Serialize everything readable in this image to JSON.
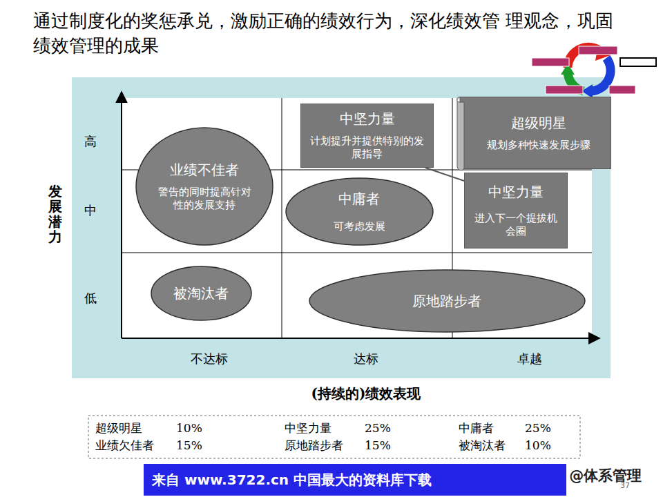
{
  "diagram": {
    "title": "通过制度化的奖惩承兑，激励正确的绩效行为，深化绩效管 理观念，巩固绩效管理的成果",
    "nodes": [
      {
        "text": [
          "业绩不佳者",
          "警告的同时提高针对性的发展支持"
        ]
      },
      {
        "text": [
          "中坚力量",
          "计划提升并提供特别的发展指导"
        ]
      },
      {
        "text": [
          "超级明星",
          "规划多种快速发展步骤"
        ]
      },
      {
        "text": [
          "中庸者",
          "可考虑发展"
        ]
      },
      {
        "text": [
          "中坚力量",
          "进入下一个提拔机会圈"
        ]
      },
      {
        "text": [
          "被淘汰者"
        ]
      },
      {
        "text": [
          "原地踏步者"
        ]
      },
      {
        "text": [
          "来自 www.3722.cn 中国最大的资料库下载"
        ]
      }
    ],
    "edges": [
      {
        "from": 1,
        "to": 4,
        "arrow": "none"
      }
    ],
    "labels": [
      "高",
      "中",
      "低",
      "发展潜力",
      "不达标",
      "达标",
      "卓越",
      "(持续的)绩效表现",
      "超级明星",
      "10%",
      "中坚力量",
      "25%",
      "中庸者",
      "25%",
      "业绩欠佳者",
      "15%",
      "原地踏步者",
      "15%",
      "被淘汰者",
      "10%",
      "头条 @体系管理",
      "37"
    ]
  }
}
